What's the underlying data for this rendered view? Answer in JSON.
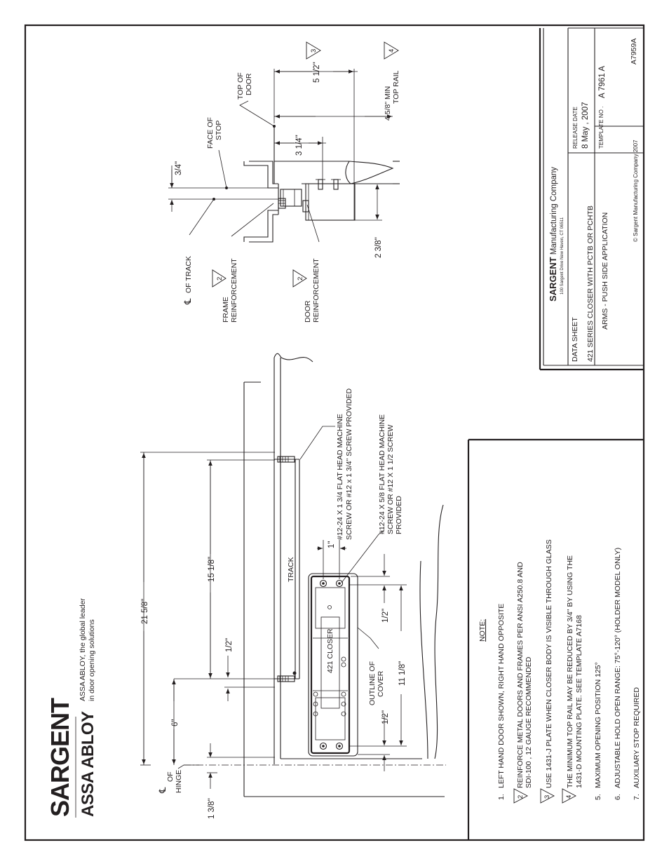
{
  "brand": {
    "logo_top": "SARGENT",
    "logo_bottom": "ASSA ABLOY",
    "tagline_1": "ASSA ABLOY, the global leader",
    "tagline_2": "in door opening solutions"
  },
  "title_block": {
    "company_name": "SARGENT",
    "company_suffix": "Manufacturing Company",
    "address": "100 Sargent Drive New Haven, CT 06511",
    "data_sheet": "DATA SHEET",
    "product_line": "421 SERIES CLOSER WITH PCTB OR PCHTB",
    "application": "ARMS - PUSH SIDE APPLICATION",
    "release_label": "RELEASE DATE",
    "release_date": "8 May , 2007",
    "template_label": "TEMPLATE NO .",
    "template_no": "A 7961 A",
    "copyright": "© Sargent Manufacturing Company 2007",
    "drawing_no": "A7959A"
  },
  "notes": {
    "heading": "NOTE:",
    "items": [
      {
        "num": "1.",
        "lines": [
          "LEFT HAND DOOR SHOWN, RIGHT HAND OPPOSITE"
        ]
      },
      {
        "num": "2",
        "lines": [
          "REINFORCE METAL DOORS AND FRAMES PER ANSI A250.8 AND",
          "SDI-100 , 12 GAUGE RECOMMENDED"
        ]
      },
      {
        "num": "3",
        "lines": [
          "USE 1431-J PLATE WHEN CLOSER BODY IS VISIBLE THROUGH GLASS"
        ]
      },
      {
        "num": "4",
        "lines": [
          "THE MINIMUM TOP RAIL MAY BE REDUCED BY 3/4\" BY USING THE",
          "1431-D MOUNTING PLATE.  SEE TEMPLATE A7168"
        ]
      },
      {
        "num": "5.",
        "lines": [
          "MAXIMUM OPENING POSITION 125°"
        ]
      },
      {
        "num": "6.",
        "lines": [
          "ADJUSTABLE HOLD OPEN RANGE: 75°-120° (HOLDER MODEL ONLY)"
        ]
      },
      {
        "num": "7.",
        "lines": [
          "AUXILIARY STOP REQUIRED"
        ]
      }
    ]
  },
  "front_view": {
    "hinge_label_1": "OF",
    "hinge_label_2": "HINGE",
    "dim_hinge": "1 3/8\"",
    "dim_6": "6\"",
    "dim_overall": "21 5/8\"",
    "dim_15": "15 1/8\"",
    "dim_half_a": "1/2\"",
    "dim_half_b": "1/2\"",
    "dim_half_c": "1/2\"",
    "dim_1": "1\"",
    "dim_11": "11 1/8\"",
    "track": "TRACK",
    "closer": "421 CLOSER",
    "cover_1": "OUTLINE OF",
    "cover_2": "COVER",
    "screw_a_1": "#12-24 X 1 3/4 FLAT HEAD MACHINE",
    "screw_a_2": "SCREW OR #12 x 1 3/4\" SCREW PROVIDED",
    "screw_b_1": "#12-24 X 5/8 FLAT HEAD MACHINE",
    "screw_b_2": "SCREW OR #12 X 1 1/2 SCREW",
    "screw_b_3": "PROVIDED"
  },
  "section_view": {
    "track_cl": "OF TRACK",
    "frame_reinf_1": "FRAME",
    "frame_reinf_2": "REINFORCEMENT",
    "door_reinf_1": "DOOR",
    "door_reinf_2": "REINFORCEMENT",
    "dim_3_4": "3/4\"",
    "face_stop_1": "FACE OF",
    "face_stop_2": "STOP",
    "top_door_1": "TOP OF",
    "top_door_2": "DOOR",
    "dim_5_half": "5 1/2\"",
    "dim_3_quarter": "3 1/4\"",
    "min_rail_1": "4 5/8\" MIN",
    "min_rail_2": "TOP RAIL",
    "dim_2_3_8": "2 3/8\"",
    "tri_frame": "2",
    "tri_door": "2",
    "tri_3": "3",
    "tri_4": "4"
  }
}
